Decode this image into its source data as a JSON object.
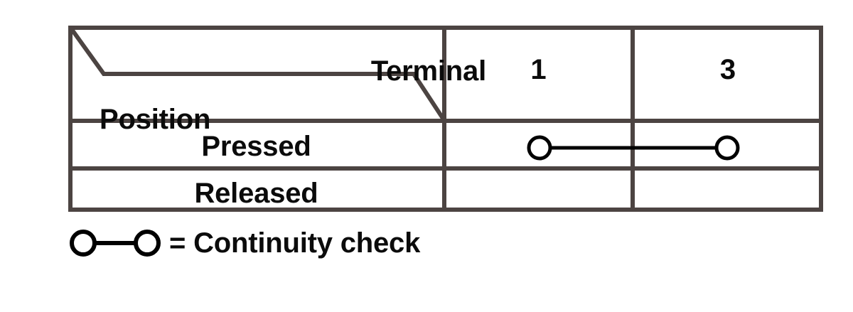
{
  "table": {
    "corner_header": {
      "upper_right_label": "Terminal",
      "lower_left_label": "Position"
    },
    "terminal_columns": [
      "1",
      "3"
    ],
    "rows": [
      {
        "label": "Pressed",
        "continuity": true,
        "cells": [
          "continuity-symbol",
          "continuity-symbol"
        ]
      },
      {
        "label": "Released",
        "continuity": false,
        "cells": [
          "",
          ""
        ]
      }
    ]
  },
  "legend": {
    "symbol": "continuity-symbol",
    "text": "= Continuity check"
  },
  "colors": {
    "border": "#4c4442",
    "text": "#0b0b0b",
    "symbol": "#000000",
    "background": "#ffffff"
  }
}
